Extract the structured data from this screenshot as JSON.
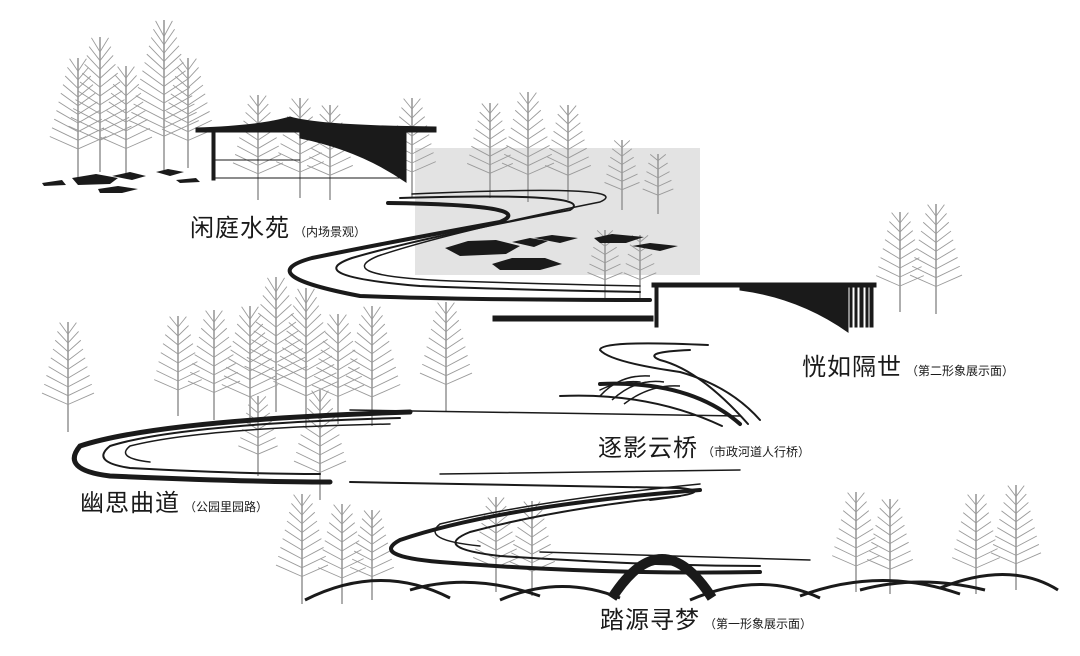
{
  "labels": {
    "xianting": {
      "title": "闲庭水苑",
      "note": "（内场景观）"
    },
    "huangru": {
      "title": "恍如隔世",
      "note": "（第二形象展示面）"
    },
    "zhuying": {
      "title": "逐影云桥",
      "note": "（市政河道人行桥）"
    },
    "yousi": {
      "title": "幽思曲道",
      "note": "（公园里园路）"
    },
    "tayuan": {
      "title": "踏源寻梦",
      "note": "（第一形象展示面）"
    }
  },
  "colors": {
    "ink": "#1a1a1a",
    "tree": "#9a9a9a",
    "panel": "#e3e3e3"
  },
  "icons": [
    "tree-icon",
    "rock-icon",
    "pavilion-icon",
    "bridge-icon"
  ]
}
